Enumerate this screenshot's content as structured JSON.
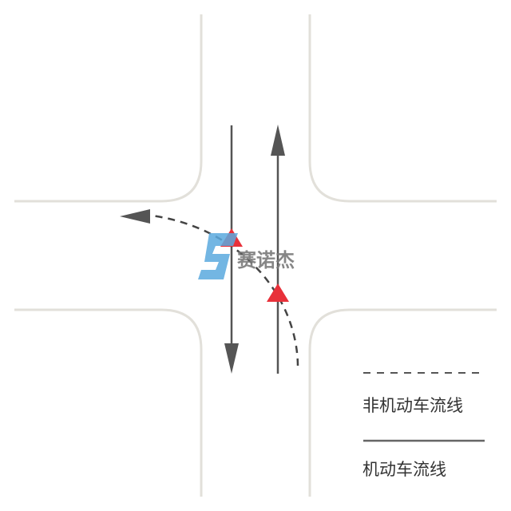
{
  "diagram": {
    "type": "intersection-traffic-flow",
    "colors": {
      "curb": "#e2e0da",
      "flow_line": "#555555",
      "conflict_marker": "#e8313a",
      "watermark_logo": "#5aa9de",
      "watermark_text": "#7a7a7a"
    },
    "flows": [
      {
        "id": "motor-southbound",
        "kind": "motor",
        "direction": "down"
      },
      {
        "id": "motor-northbound",
        "kind": "motor",
        "direction": "up"
      },
      {
        "id": "nonmotor-left-turn",
        "kind": "non-motor",
        "direction": "north-then-west"
      }
    ],
    "conflict_points": 2
  },
  "legend": {
    "dashed_label": "非机动车流线",
    "solid_label": "机动车流线"
  },
  "watermark": {
    "logo_letter": "S",
    "text": "赛诺杰"
  }
}
